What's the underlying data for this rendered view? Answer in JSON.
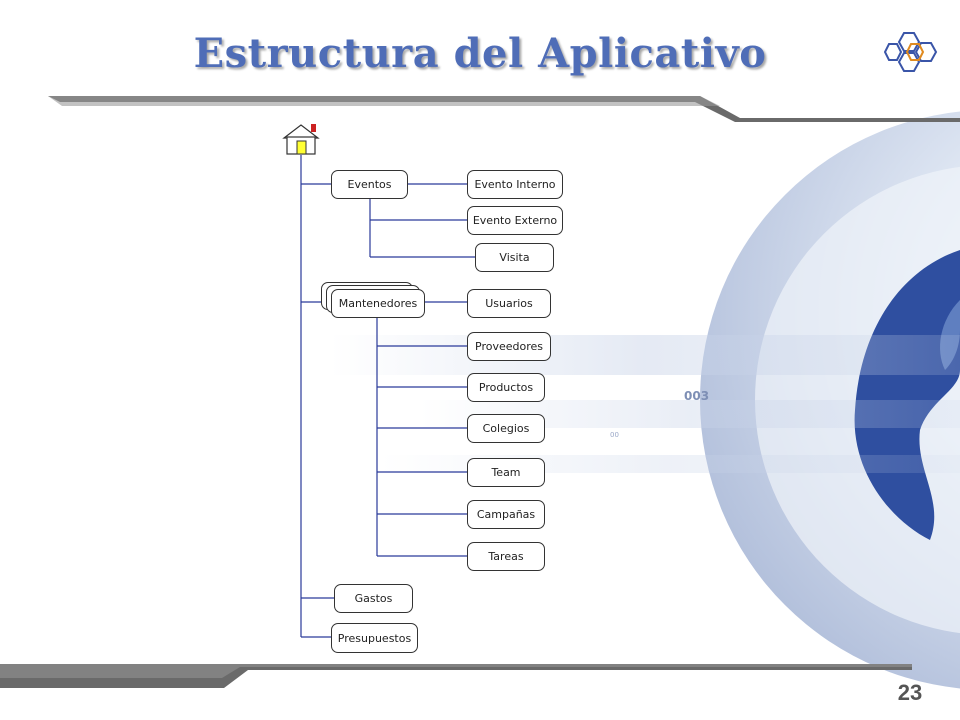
{
  "slide": {
    "title": "Estructura del Aplicativo",
    "page_number": "23"
  },
  "icons": {
    "logo": "hexagon-cluster-logo",
    "root": "house-icon"
  },
  "colors": {
    "title": "#4f6db7",
    "connector": "#2a3a9a",
    "bar": "#666666",
    "globe": "#2f4fa0"
  },
  "nodes": {
    "eventos": "Eventos",
    "evento_interno": "Evento Interno",
    "evento_externo": "Evento Externo",
    "visita": "Visita",
    "mantenedores": "Mantenedores",
    "usuarios": "Usuarios",
    "proveedores": "Proveedores",
    "productos": "Productos",
    "colegios": "Colegios",
    "team": "Team",
    "campanas": "Campañas",
    "tareas": "Tareas",
    "gastos": "Gastos",
    "presupuestos": "Presupuestos"
  },
  "background_text": {
    "code_a": "003",
    "code_b": "00"
  }
}
